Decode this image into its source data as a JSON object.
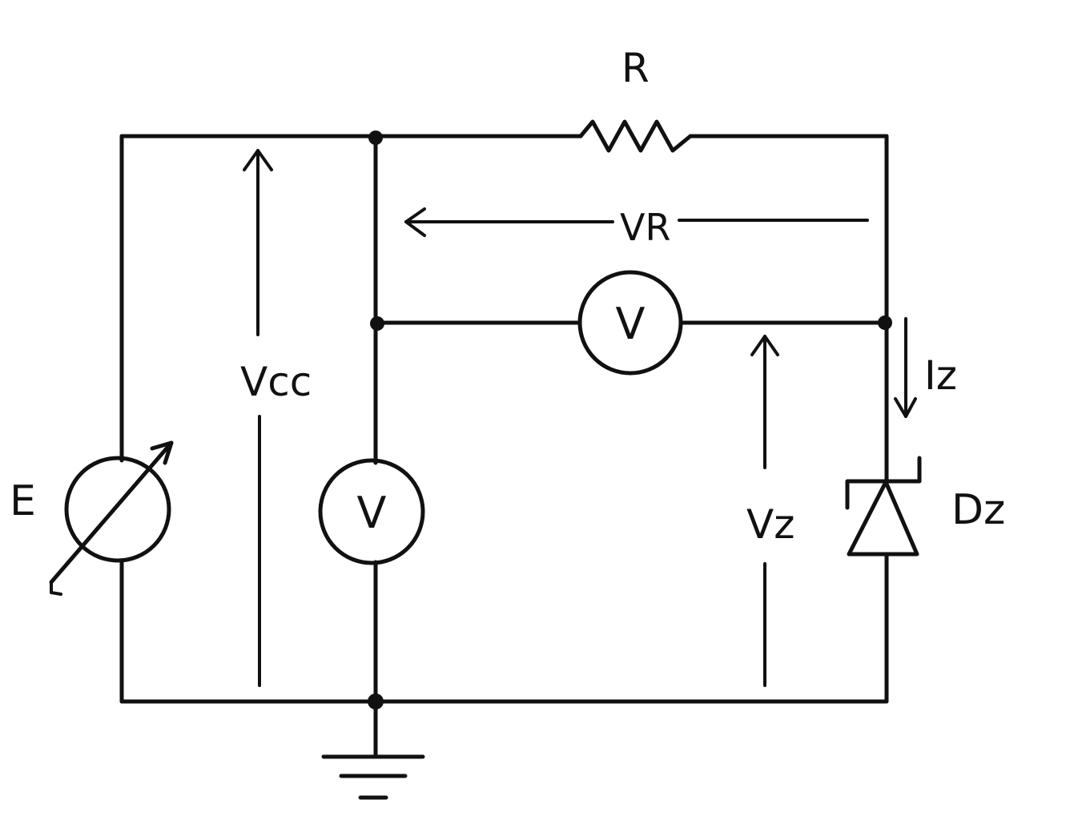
{
  "labels": {
    "resistor": "R",
    "voltage_resistor": "VR",
    "source": "E",
    "voltage_supply": "Vcc",
    "voltmeter_supply": "V",
    "voltmeter_resistor": "V",
    "voltage_zener": "Vz",
    "zener_current": "Iz",
    "zener_diode": "Dz"
  },
  "colors": {
    "ink": "#111111",
    "paper": "#ffffff"
  }
}
